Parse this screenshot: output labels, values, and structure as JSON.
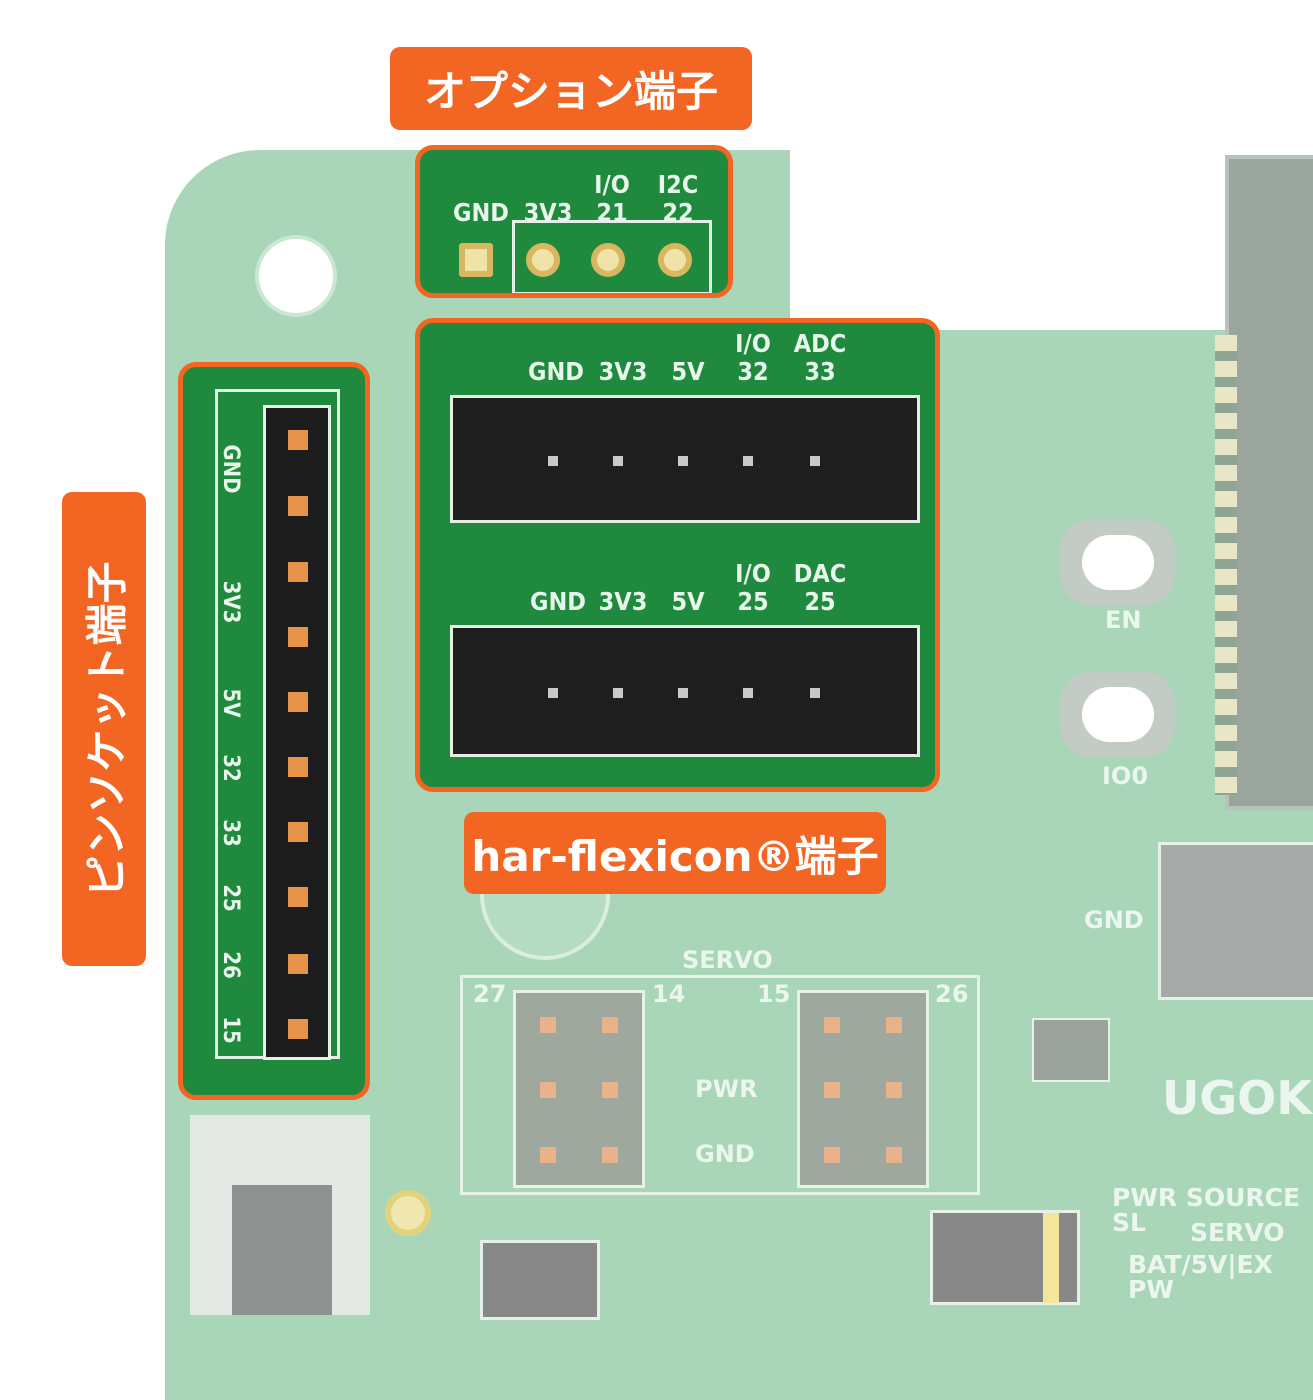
{
  "callouts": {
    "option": "オプション端子",
    "flexicon": "har-flexicon®端子",
    "pin_socket": "ピンソケット端子"
  },
  "option_header": {
    "labels": [
      {
        "top": "",
        "bottom": "GND"
      },
      {
        "top": "",
        "bottom": "3V3"
      },
      {
        "top": "I/O",
        "bottom": "21"
      },
      {
        "top": "I2C",
        "bottom": "22"
      }
    ]
  },
  "flexicon": {
    "top_row": [
      {
        "top": "",
        "bottom": "GND"
      },
      {
        "top": "",
        "bottom": "3V3"
      },
      {
        "top": "",
        "bottom": "5V"
      },
      {
        "top": "I/O",
        "bottom": "32"
      },
      {
        "top": "ADC",
        "bottom": "33"
      }
    ],
    "bottom_row": [
      {
        "top": "",
        "bottom": "GND"
      },
      {
        "top": "",
        "bottom": "3V3"
      },
      {
        "top": "",
        "bottom": "5V"
      },
      {
        "top": "I/O",
        "bottom": "25"
      },
      {
        "top": "DAC",
        "bottom": "25"
      }
    ]
  },
  "pin_socket": {
    "labels": [
      "GND",
      "3V3",
      "5V",
      "32",
      "33",
      "25",
      "26",
      "15"
    ]
  },
  "board_silk": {
    "servo": "SERVO",
    "s27": "27",
    "s14": "14",
    "s15": "15",
    "s26": "26",
    "pwr": "PWR",
    "gnd": "GND",
    "gnd2": "GND",
    "en": "EN",
    "io0": "IO0",
    "brand": "UGOK",
    "pwr_source": "PWR SOURCE SL",
    "servo2": "SERVO",
    "bat": "BAT/5V|EX PW"
  },
  "colors": {
    "accent": "#f26522",
    "pcb_highlight": "#1f8a3e",
    "pcb_faded": "#a9d6b8"
  }
}
